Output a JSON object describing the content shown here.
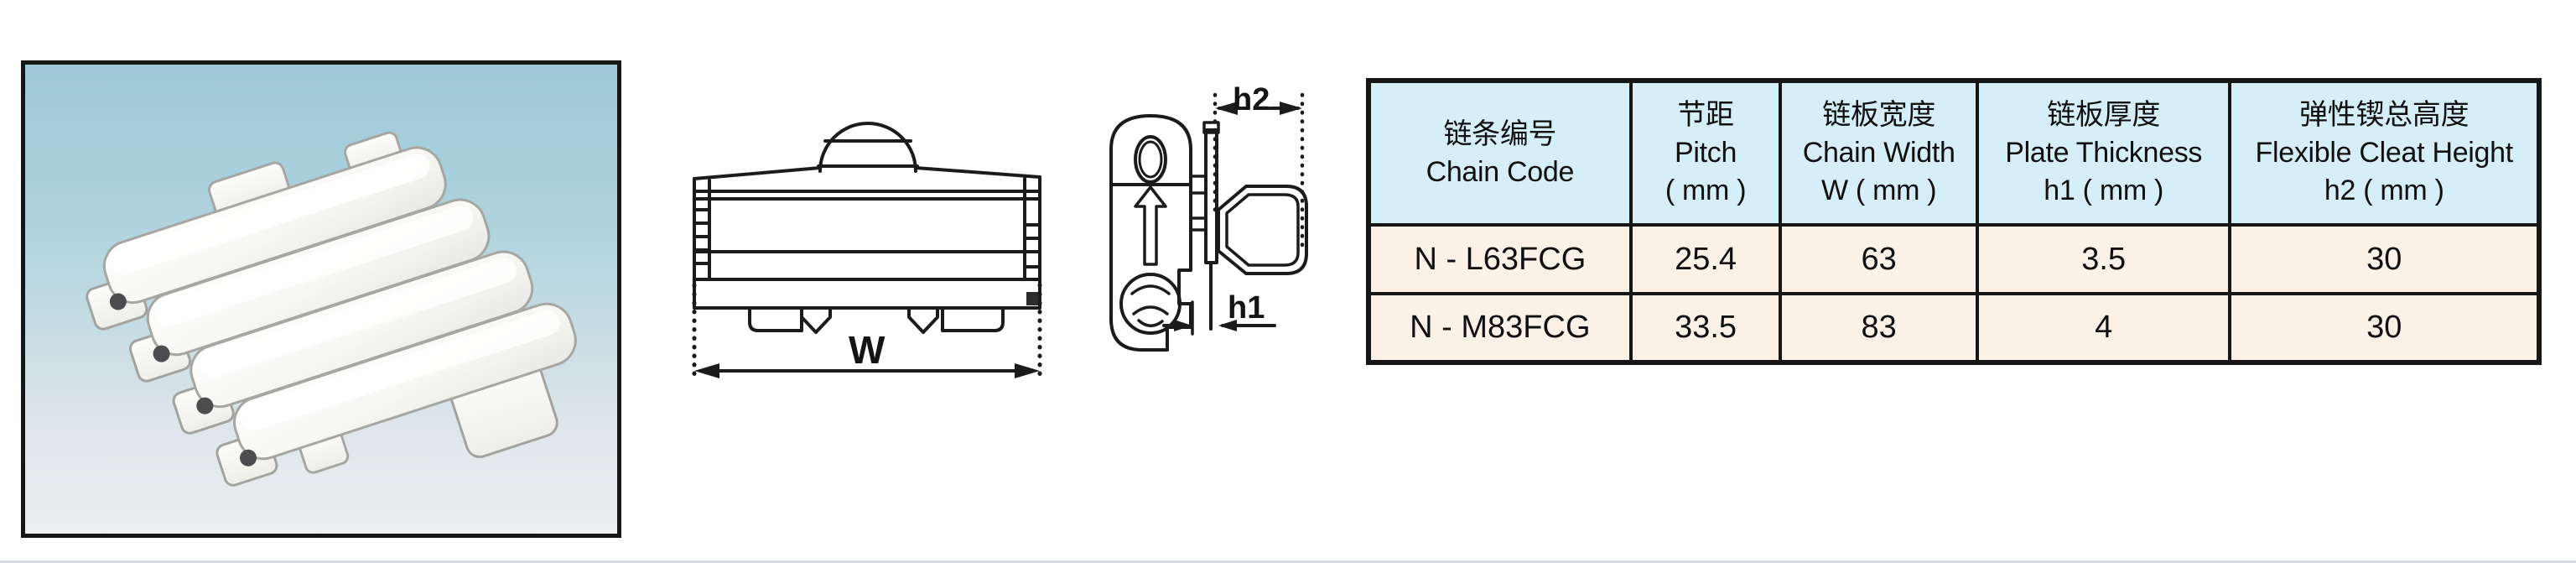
{
  "page": {
    "background": "#ffffff",
    "bottom_rule_color": "#d9dcdf"
  },
  "photo": {
    "description": "White plastic flexible-cleat top chain segment, four cleats, angled view on light blue gradient",
    "frame_border_color": "#161616",
    "bg_top_color": "#9fc8d8",
    "bg_bottom_color": "#edeff1"
  },
  "drawings": {
    "stroke_color": "#1b1b1b",
    "front_view": {
      "name": "chain front view with overall width dimension",
      "width_label": "W"
    },
    "side_view": {
      "name": "chain side view with plate thickness and cleat height dimensions",
      "h1_label": "h1",
      "h2_label": "h2"
    }
  },
  "table": {
    "colors": {
      "header_bg": "#d6eef8",
      "row_bg": "#fbf1e7",
      "border": "#161616"
    },
    "columns": [
      {
        "zh": "链条编号",
        "en": "Chain Code",
        "sub": ""
      },
      {
        "zh": "节距",
        "en": "Pitch",
        "sub": "( mm )"
      },
      {
        "zh": "链板宽度",
        "en": "Chain Width",
        "sub": "W ( mm )"
      },
      {
        "zh": "链板厚度",
        "en": "Plate Thickness",
        "sub": "h1 ( mm )"
      },
      {
        "zh": "弹性锲总高度",
        "en": "Flexible Cleat Height",
        "sub": "h2 ( mm )"
      }
    ],
    "rows": [
      {
        "code": "N - L63FCG",
        "pitch": "25.4",
        "width": "63",
        "h1": "3.5",
        "h2": "30"
      },
      {
        "code": "N - M83FCG",
        "pitch": "33.5",
        "width": "83",
        "h1": "4",
        "h2": "30"
      }
    ]
  }
}
